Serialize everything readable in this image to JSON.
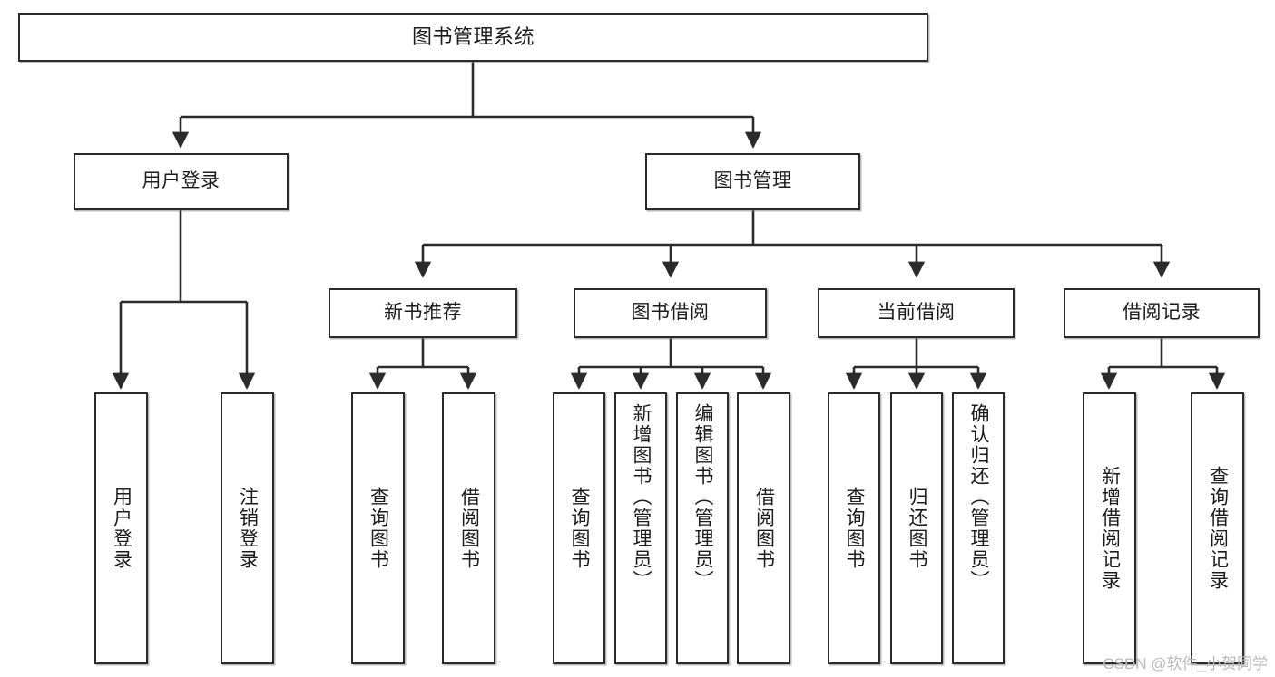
{
  "diagram": {
    "type": "tree-hierarchy-chart",
    "title": "图书管理系统",
    "colors": {
      "box_border": "#2b2b2b",
      "box_fill": "#ffffff",
      "connector": "#2b2b2b",
      "text": "#1c1c1c",
      "watermark": "#b9b9b9",
      "background": "#ffffff"
    },
    "root": {
      "label": "图书管理系统"
    },
    "level2": [
      {
        "label": "用户登录"
      },
      {
        "label": "图书管理"
      }
    ],
    "level3": [
      {
        "label": "新书推荐"
      },
      {
        "label": "图书借阅"
      },
      {
        "label": "当前借阅"
      },
      {
        "label": "借阅记录"
      }
    ],
    "leaves": {
      "user_login": [
        {
          "label": "用户登录"
        },
        {
          "label": "注销登录"
        }
      ],
      "new_book_recommend": [
        {
          "label": "查询图书"
        },
        {
          "label": "借阅图书"
        }
      ],
      "book_borrow": [
        {
          "label": "查询图书"
        },
        {
          "label": "新增图书（管理员）"
        },
        {
          "label": "编辑图书（管理员）"
        },
        {
          "label": "借阅图书"
        }
      ],
      "current_borrow": [
        {
          "label": "查询图书"
        },
        {
          "label": "归还图书"
        },
        {
          "label": "确认归还（管理员）"
        }
      ],
      "borrow_records": [
        {
          "label": "新增借阅记录"
        },
        {
          "label": "查询借阅记录"
        }
      ]
    },
    "watermark": "CSDN @软件_小贺同学"
  }
}
